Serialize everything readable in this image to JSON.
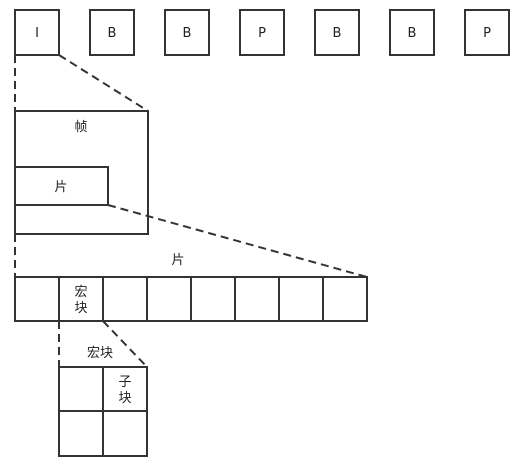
{
  "frame_sequence": [
    "I",
    "B",
    "B",
    "P",
    "B",
    "B",
    "P"
  ],
  "frame": {
    "label": "帧",
    "slice_label": "片"
  },
  "slice": {
    "label": "片",
    "macroblock_label": [
      "宏",
      "块"
    ]
  },
  "macroblock": {
    "label": "宏块",
    "subblock_label": [
      "子",
      "块"
    ]
  }
}
